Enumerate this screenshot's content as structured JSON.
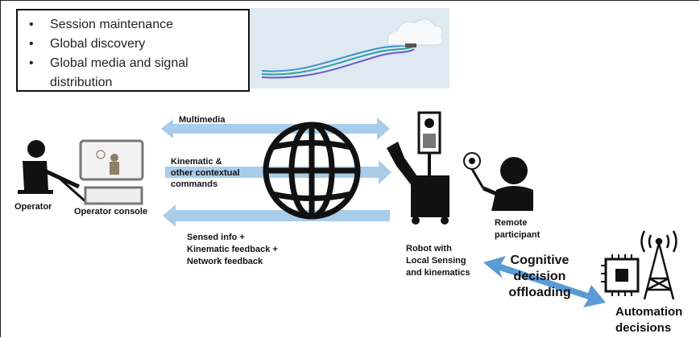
{
  "bullets": [
    "Session maintenance",
    "Global discovery",
    "Global media and signal distribution"
  ],
  "arrows": {
    "multimedia": "Multimedia",
    "kinematic": [
      "Kinematic &",
      "other contextual",
      "commands"
    ],
    "sensed": [
      "Sensed info +",
      "Kinematic feedback +",
      "Network feedback"
    ]
  },
  "labels": {
    "operator": "Operator",
    "console": "Operator console",
    "robot": [
      "Robot with",
      "Local Sensing",
      "and kinematics"
    ],
    "remote": [
      "Remote",
      "participant"
    ],
    "cognitive": [
      "Cognitive",
      "decision",
      "offloading"
    ],
    "automation": [
      "Automation",
      "decisions"
    ]
  },
  "colors": {
    "arrow": "#a9cde8",
    "arrow_dark": "#5b9bd5",
    "cloud_bg": "#dfe9f2",
    "ink": "#111111"
  }
}
